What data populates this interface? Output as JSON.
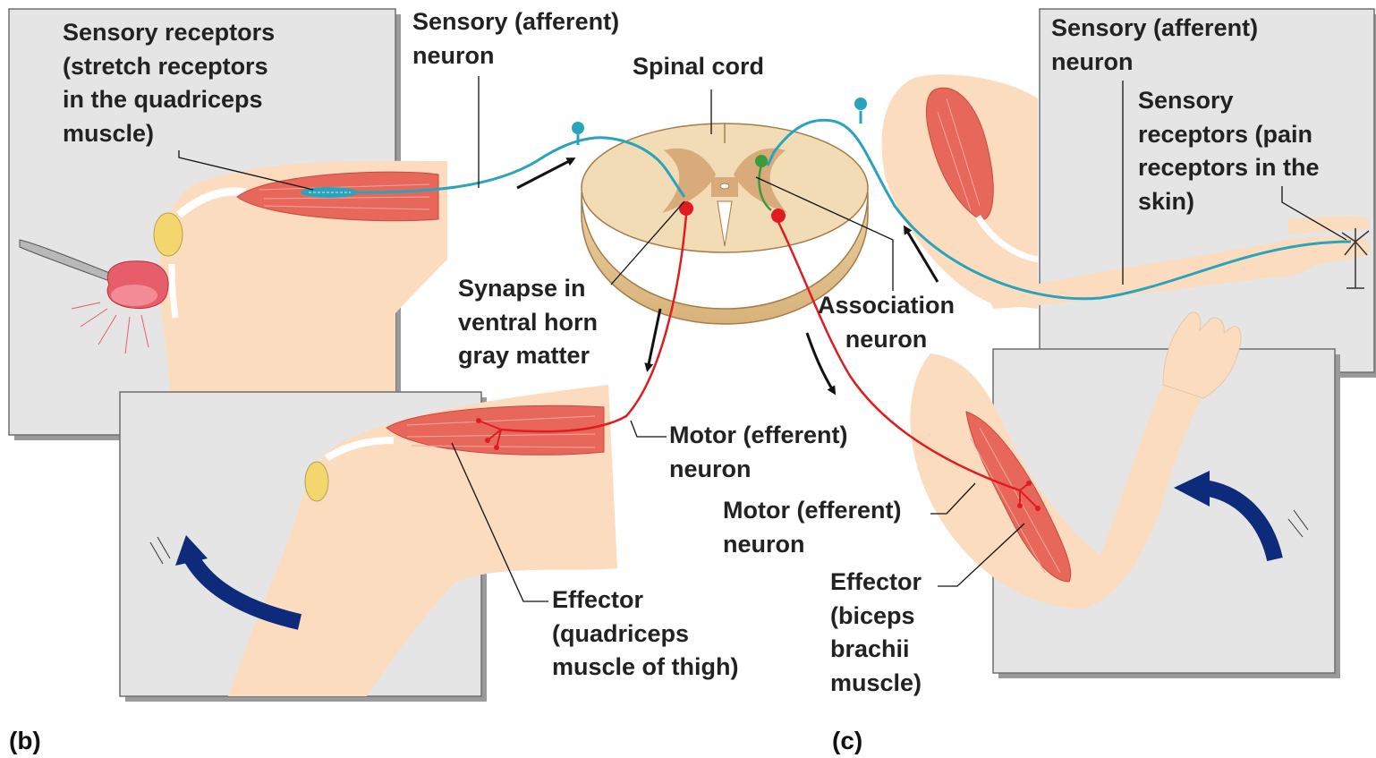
{
  "labels": {
    "sensory_receptors_stretch": "Sensory receptors\n(stretch receptors\nin the quadriceps\nmuscle)",
    "sensory_neuron_left": "Sensory (afferent)\nneuron",
    "spinal_cord": "Spinal cord",
    "sensory_neuron_right": "Sensory (afferent)\nneuron",
    "sensory_receptors_pain": "Sensory\nreceptors (pain\nreceptors in the\nskin)",
    "synapse": "Synapse in\nventral horn\ngray matter",
    "association_neuron": "Association\nneuron",
    "motor_neuron_left": "Motor (efferent)\nneuron",
    "motor_neuron_right": "Motor (efferent)\nneuron",
    "effector_quadriceps": "Effector\n(quadriceps\nmuscle of thigh)",
    "effector_biceps": "Effector\n(biceps\nbrachii\nmuscle)"
  },
  "panels": {
    "b": "(b)",
    "c": "(c)"
  },
  "colors": {
    "sensory_neuron": "#2aa3bd",
    "motor_neuron": "#e11b22",
    "association_neuron": "#3b9a3b",
    "muscle": "#e8675b",
    "skin": "#fbdcbf",
    "panel_bg": "#e5e5e5",
    "gray_matter": "#d9aa7a",
    "white_matter": "#f1dcb5",
    "arrow": "#0e2a7a"
  }
}
